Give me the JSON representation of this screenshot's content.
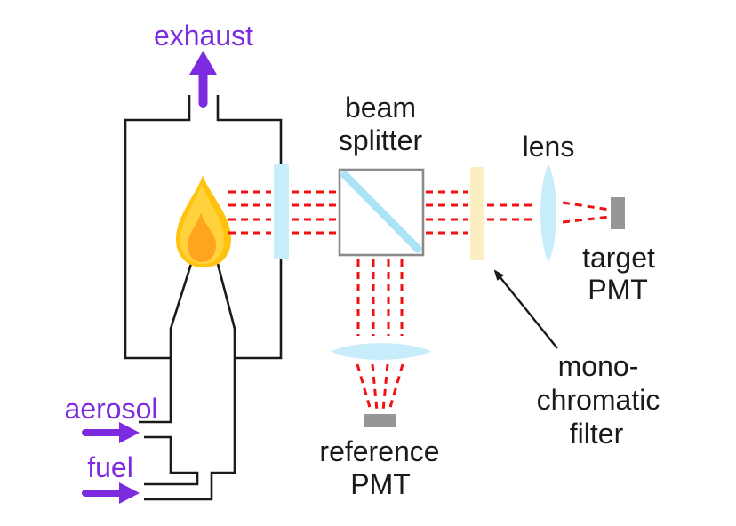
{
  "labels": {
    "exhaust": "exhaust",
    "aerosol": "aerosol",
    "fuel": "fuel",
    "beam_splitter": [
      "beam",
      "splitter"
    ],
    "lens": "lens",
    "target_pmt": [
      "target",
      "PMT"
    ],
    "monochromatic_filter": [
      "mono-",
      "chromatic",
      "filter"
    ],
    "reference_pmt": [
      "reference",
      "PMT"
    ]
  },
  "colors": {
    "purple": "#7C2BDF",
    "beam_red": "#F01212",
    "line_black": "#1A1A1A",
    "text_black": "#1A1A1A",
    "optic_cyan": "#C7EDFB",
    "splitter_diagonal": "#ABE4F6",
    "splitter_border": "#8A8A8A",
    "filter_yellow": "#FBEEC1",
    "pmt_gray": "#969696",
    "flame_outer": "#FFC30D",
    "flame_mid": "#FFD23E",
    "flame_core": "#FFA41E",
    "background": "#FFFFFF"
  },
  "icons": {
    "exhaust_arrow": "up-arrow",
    "aerosol_arrow": "right-arrow",
    "fuel_arrow": "right-arrow",
    "filter_pointer": "annotation-arrow"
  }
}
